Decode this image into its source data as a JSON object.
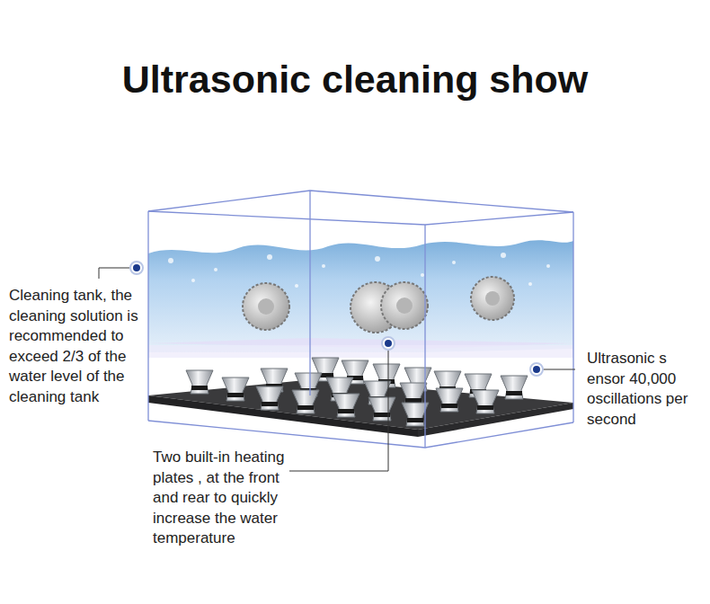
{
  "diagram": {
    "title": "Ultrasonic cleaning show",
    "labels": [
      "Cleaning tank, the cleaning solution is recommended to exceed 2/3 of the water level of the cleaning tank",
      "Ultrasonic s ensor 40,000 oscillations per second",
      "Two built-in heating plates , at the front and rear to quickly increase the water temperature"
    ]
  }
}
